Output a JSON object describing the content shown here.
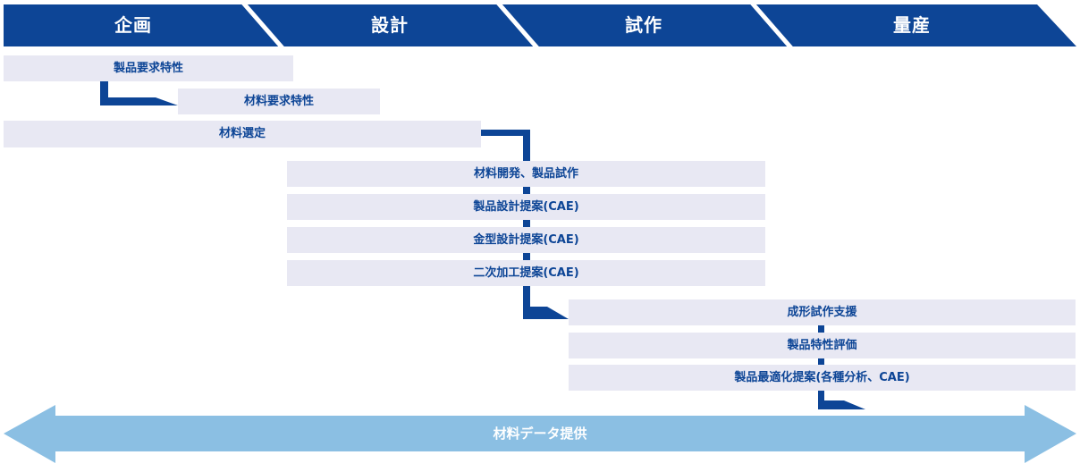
{
  "colors": {
    "primary": "#0d4596",
    "box": "#e8e8f3",
    "arrow": "#8bbfe3"
  },
  "phases": [
    "企画",
    "設計",
    "試作",
    "量産"
  ],
  "steps": [
    "製品要求特性",
    "材料要求特性",
    "材料選定",
    "材料開発、製品試作",
    "製品設計提案(CAE)",
    "金型設計提案(CAE)",
    "二次加工提案(CAE)",
    "成形試作支援",
    "製品特性評価",
    "製品最適化提案(各種分析、CAE)"
  ],
  "bottom_arrow": {
    "label": "材料データ提供"
  }
}
